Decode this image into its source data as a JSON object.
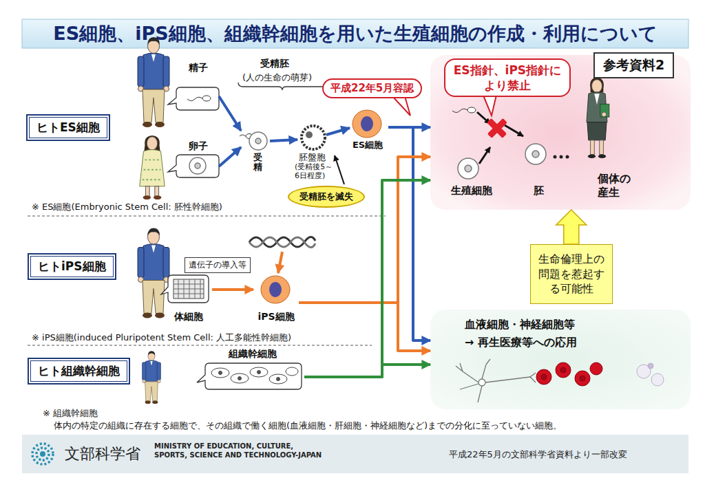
{
  "diagram": {
    "title": "ES細胞、iPS細胞、組織幹細胞を用いた生殖細胞の作成・利用について",
    "nodes": [
      {
        "text": [
          "参考資料2"
        ]
      },
      {
        "text": [
          "ヒトES細胞"
        ]
      },
      {
        "text": [
          "精子"
        ]
      },
      {
        "text": [
          "卵子"
        ]
      },
      {
        "text": [
          "平成22年5月容認"
        ]
      },
      {
        "text": [
          "ES細胞"
        ]
      },
      {
        "text": [
          "受精胚を滅失"
        ]
      },
      {
        "text": [
          "生殖細胞",
          "胚",
          "個体の産生"
        ]
      },
      {
        "text": [
          "ES指針、iPS指針により禁止"
        ],
        "in": 7
      },
      {
        "text": [
          "ヒトiPS細胞"
        ]
      },
      {
        "text": [
          "遺伝子の導入等"
        ]
      },
      {
        "text": [
          "体細胞"
        ]
      },
      {
        "text": [
          "iPS細胞"
        ]
      },
      {
        "text": [
          "生命倫理上の問題を惹起する可能性"
        ]
      },
      {
        "text": [
          "血液細胞・神経細胞等",
          "→ 再生医療等への応用"
        ]
      },
      {
        "text": [
          "ヒト組織幹細胞"
        ]
      },
      {
        "text": [
          "組織幹細胞"
        ]
      },
      {
        "text": [
          "文部科学省",
          "MINISTRY OF EDUCATION, CULTURE, SPORTS, SCIENCE AND TECHNOLOGY-JAPAN",
          "平成22年5月の文部科学省資料より一部改変"
        ]
      }
    ],
    "edges": [
      {
        "from": 5,
        "to": 7,
        "arrow": "to"
      },
      {
        "from": 5,
        "to": 14,
        "arrow": "to"
      },
      {
        "from": 12,
        "to": 7,
        "arrow": "to"
      },
      {
        "from": 12,
        "to": 14,
        "arrow": "to"
      },
      {
        "from": 16,
        "to": 7,
        "arrow": "to"
      },
      {
        "from": 16,
        "to": 14,
        "arrow": "to"
      },
      {
        "from": 11,
        "to": 12,
        "arrow": "to"
      },
      {
        "from": 13,
        "to": 7,
        "arrow": "to"
      }
    ],
    "labels": [
      "受精胚",
      "(人の生命の萌芽)",
      "受精",
      "胚盤胞",
      "(受精後5～6日程度)",
      "※ ES細胞(Embryonic Stem Cell: 胚性幹細胞)",
      "※ iPS細胞(induced Pluripotent Stem Cell: 人工多能性幹細胞)",
      "※ 組織幹細胞",
      "体内の特定の組織に存在する細胞で、その組織で働く細胞(血液細胞・肝細胞・神経細胞など)までの分化に至っていない細胞。"
    ]
  }
}
